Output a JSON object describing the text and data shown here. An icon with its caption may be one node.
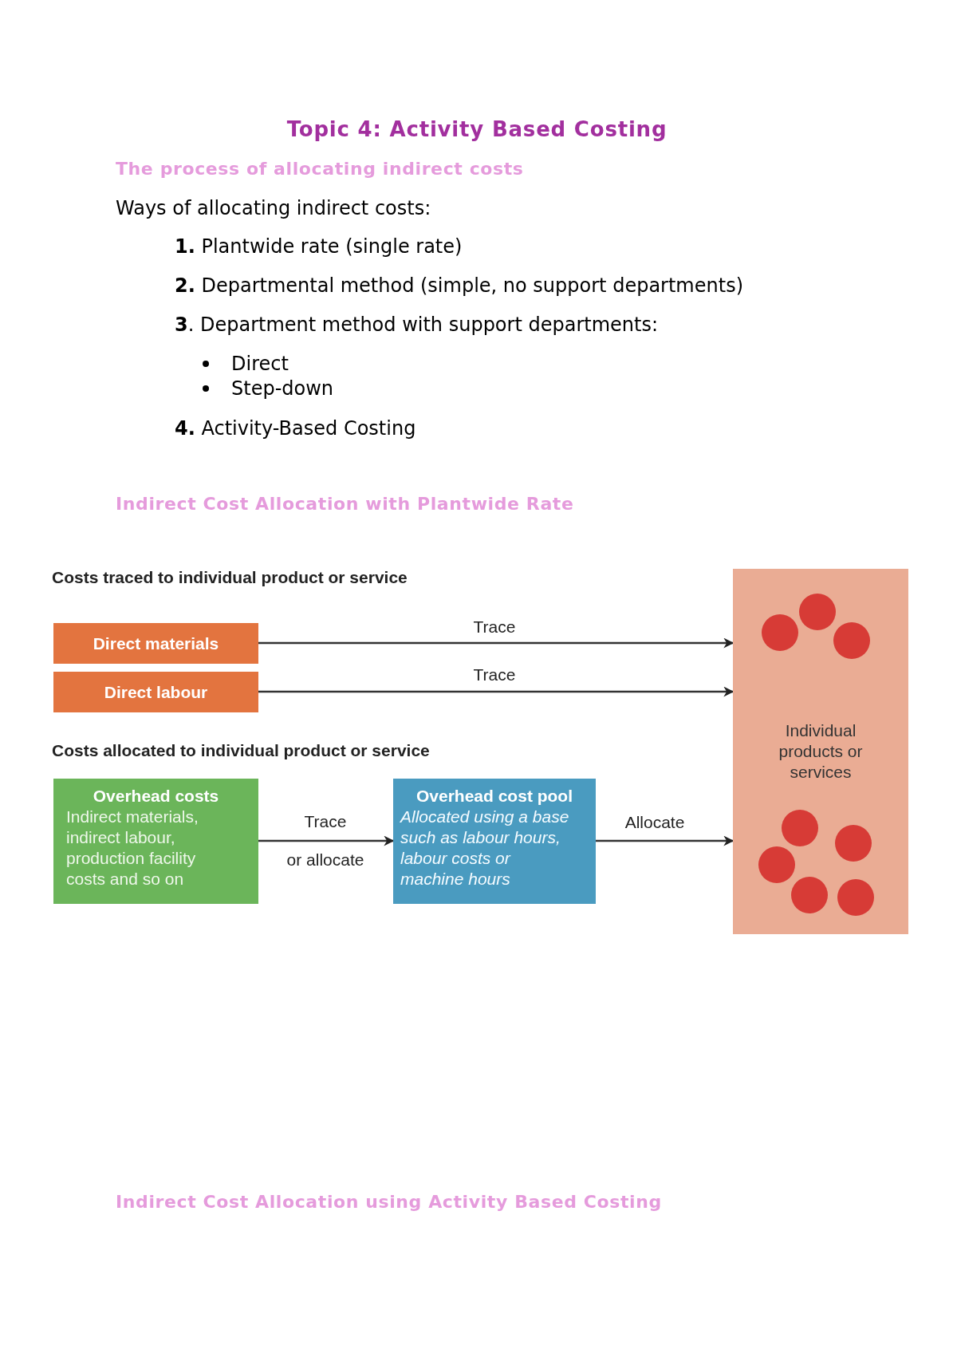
{
  "diagram": {
    "title": "Topic 4: Activity Based Costing",
    "nodes": [
      {
        "text": [
          "Direct materials"
        ]
      },
      {
        "text": [
          "Direct labour"
        ]
      },
      {
        "text": [
          "Overhead costs",
          "Indirect materials, indirect labour, production facility costs and so on"
        ]
      },
      {
        "text": [
          "Overhead cost pool",
          "Allocated using a base such as labour hours, labour costs or machine hours"
        ]
      },
      {
        "text": [
          "Individual products or services"
        ]
      }
    ],
    "edges": [
      {
        "from": 0,
        "to": 4,
        "arrow": "to",
        "label": "Trace"
      },
      {
        "from": 1,
        "to": 4,
        "arrow": "to",
        "label": "Trace"
      },
      {
        "from": 2,
        "to": 3,
        "arrow": "to",
        "label": "Trace or allocate"
      },
      {
        "from": 3,
        "to": 4,
        "arrow": "to",
        "label": "Allocate"
      }
    ],
    "labels": [
      "The process of allocating indirect costs",
      "Ways of allocating indirect costs:",
      "**1.** Plantwide rate (single rate)",
      "**2.** Departmental method (simple, no support departments)",
      "**3**. Department method with support departments:",
      "Direct",
      "Step-down",
      "**4.** Activity-Based Costing",
      "Indirect Cost Allocation with Plantwide Rate",
      "Costs traced to individual product or service",
      "Costs allocated to individual product or service",
      "Indirect Cost Allocation using Activity Based Costing"
    ]
  }
}
